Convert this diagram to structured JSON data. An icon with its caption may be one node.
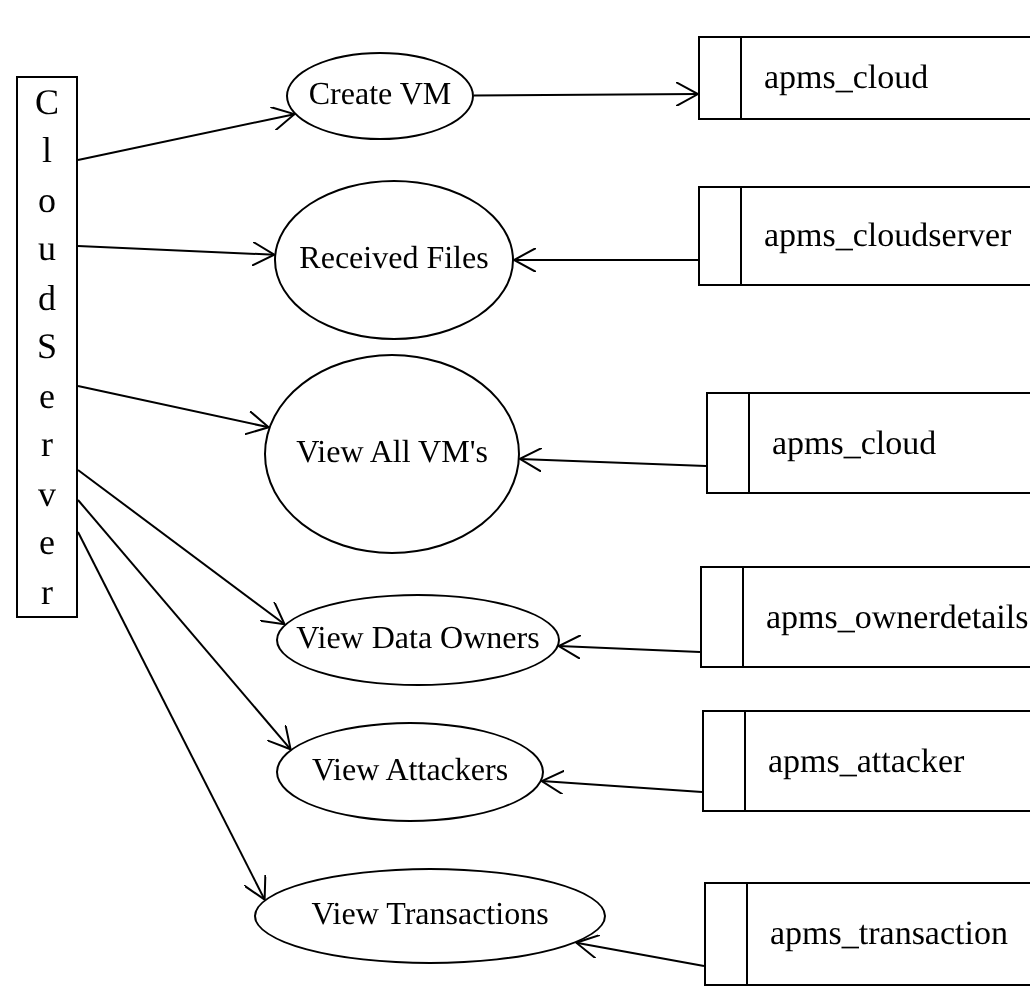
{
  "diagram": {
    "nodes": [
      {
        "text": [
          "CloudServer"
        ]
      },
      {
        "text": [
          "Create VM"
        ]
      },
      {
        "text": [
          "Received Files"
        ]
      },
      {
        "text": [
          "View All VM's"
        ]
      },
      {
        "text": [
          "View Data Owners"
        ]
      },
      {
        "text": [
          "View Attackers"
        ]
      },
      {
        "text": [
          "View Transactions"
        ]
      },
      {
        "text": [
          "apms_cloud"
        ]
      },
      {
        "text": [
          "apms_cloudserver"
        ]
      },
      {
        "text": [
          "apms_cloud"
        ]
      },
      {
        "text": [
          "apms_ownerdetails"
        ]
      },
      {
        "text": [
          "apms_attacker"
        ]
      },
      {
        "text": [
          "apms_transaction"
        ]
      }
    ],
    "edges": [
      {
        "from": 0,
        "to": 1,
        "arrow": "to"
      },
      {
        "from": 0,
        "to": 2,
        "arrow": "to"
      },
      {
        "from": 0,
        "to": 3,
        "arrow": "to"
      },
      {
        "from": 0,
        "to": 4,
        "arrow": "to"
      },
      {
        "from": 0,
        "to": 5,
        "arrow": "to"
      },
      {
        "from": 0,
        "to": 6,
        "arrow": "to"
      },
      {
        "from": 1,
        "to": 7,
        "arrow": "to"
      },
      {
        "from": 8,
        "to": 2,
        "arrow": "to"
      },
      {
        "from": 9,
        "to": 3,
        "arrow": "to"
      },
      {
        "from": 10,
        "to": 4,
        "arrow": "to"
      },
      {
        "from": 11,
        "to": 5,
        "arrow": "to"
      },
      {
        "from": 12,
        "to": 6,
        "arrow": "to"
      }
    ]
  }
}
